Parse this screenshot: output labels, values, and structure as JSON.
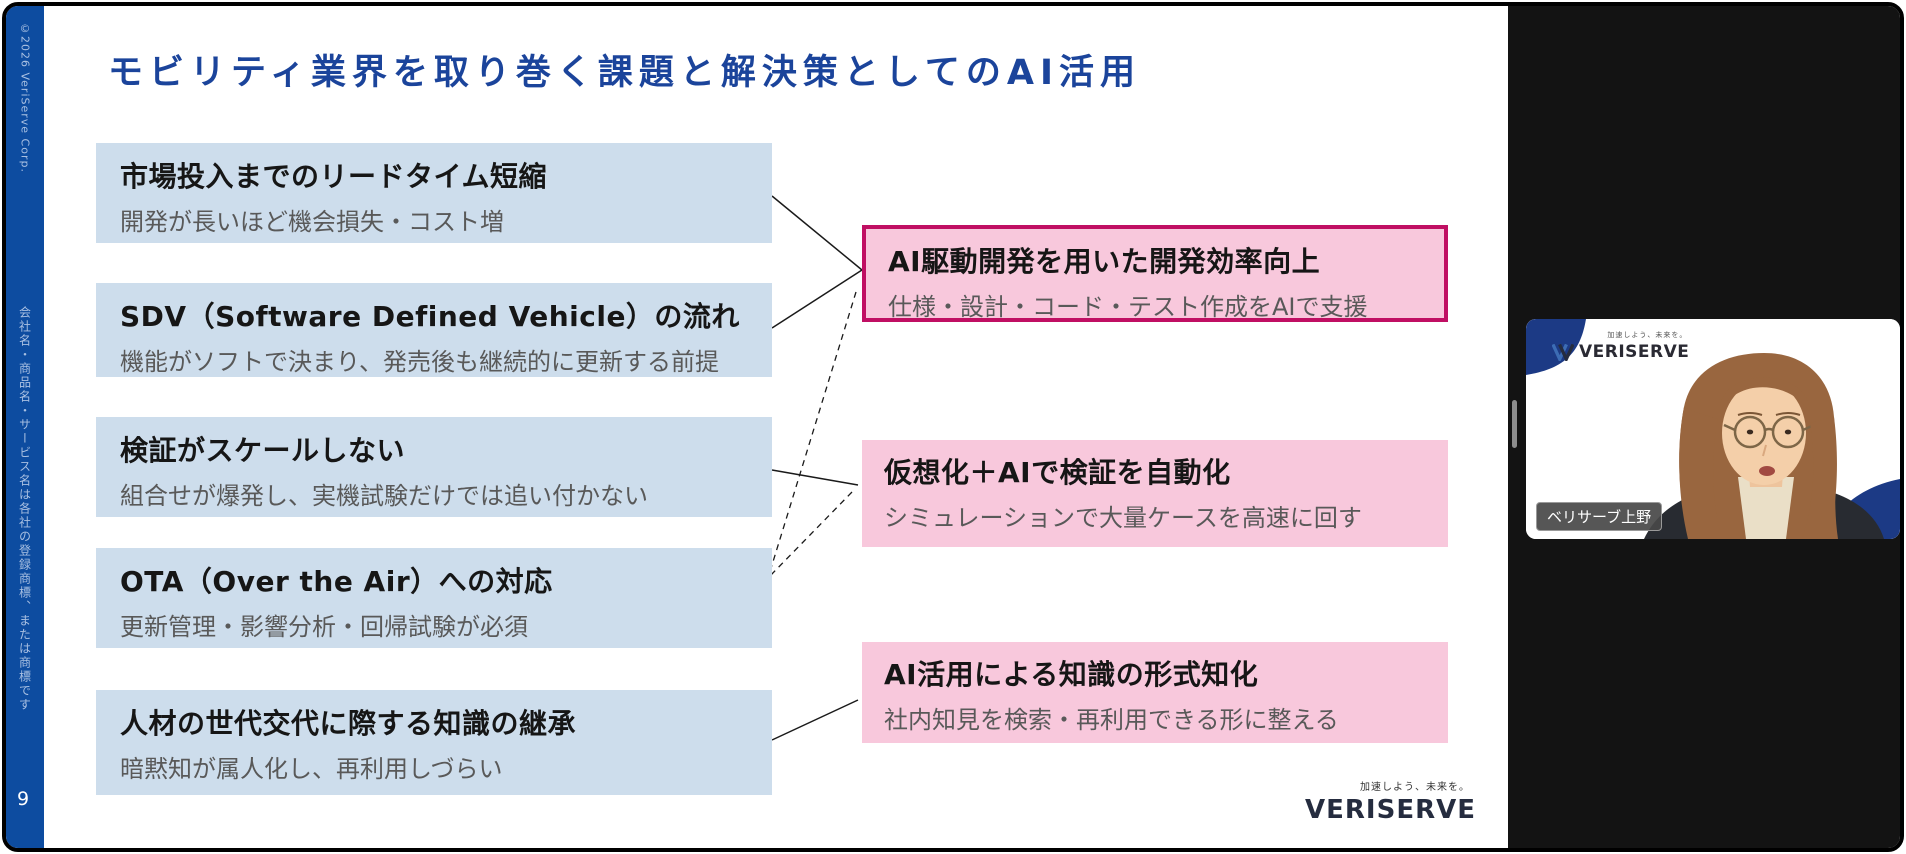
{
  "sidebar": {
    "copyright": "©2026 VeriServe Corp.",
    "trademark_notice": "会社名・商品名・サービス名は各社の登録商標、または商標です",
    "page_number": "9"
  },
  "slide": {
    "title": "モビリティ業界を取り巻く課題と解決策としてのAI活用",
    "challenges": [
      {
        "title": "市場投入までのリードタイム短縮",
        "subtitle": "開発が長いほど機会損失・コスト増"
      },
      {
        "title": "SDV（Software Defined Vehicle）の流れ",
        "subtitle": "機能がソフトで決まり、発売後も継続的に更新する前提"
      },
      {
        "title": "検証がスケールしない",
        "subtitle": "組合せが爆発し、実機試験だけでは追い付かない"
      },
      {
        "title": "OTA（Over the Air）への対応",
        "subtitle": "更新管理・影響分析・回帰試験が必須"
      },
      {
        "title": "人材の世代交代に際する知識の継承",
        "subtitle": "暗黙知が属人化し、再利用しづらい"
      }
    ],
    "solutions": [
      {
        "title": "AI駆動開発を用いた開発効率向上",
        "subtitle": "仕様・設計・コード・テスト作成をAIで支援",
        "highlighted": true
      },
      {
        "title": "仮想化＋AIで検証を自動化",
        "subtitle": "シミュレーションで大量ケースを高速に回す",
        "highlighted": false
      },
      {
        "title": "AI活用による知識の形式知化",
        "subtitle": "社内知見を検索・再利用できる形に整える",
        "highlighted": false
      }
    ],
    "logo": {
      "tagline": "加速しよう、未来を。",
      "brand": "VERISERVE"
    }
  },
  "video_panel": {
    "overlay_logo": {
      "tagline": "加速しよう、未来を。",
      "brand": "VERISERVE"
    },
    "name_tag": "ベリサーブ上野"
  },
  "colors": {
    "sidebar_blue": "#0d4ca0",
    "title_blue": "#1b449b",
    "challenge_bg": "#cdddec",
    "solution_bg": "#f8c8dc",
    "solution_border": "#c00f63",
    "logo_navy": "#252c3f",
    "logo_blue": "#3c6cb4",
    "corner_blue": "#1c3a85"
  }
}
